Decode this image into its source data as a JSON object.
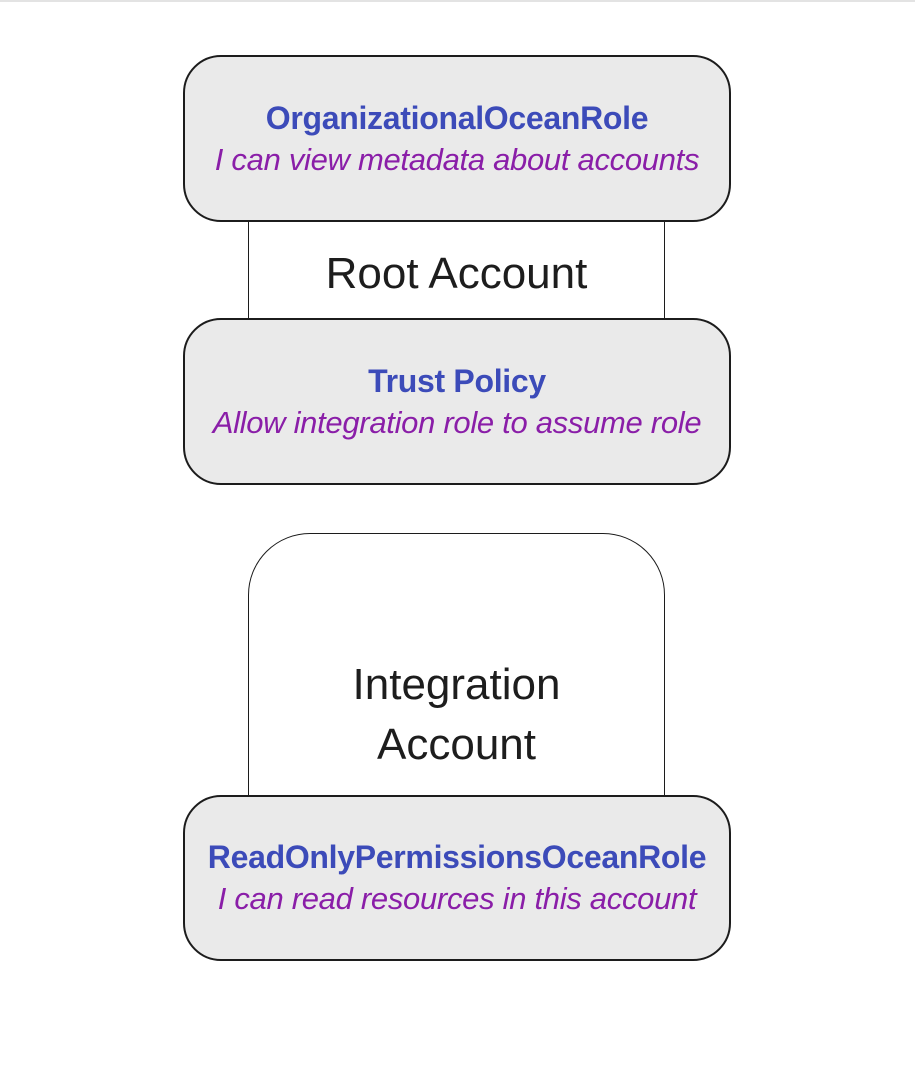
{
  "colors": {
    "page_bg": "#ffffff",
    "top_rule": "#e3e3e3",
    "node_fill": "#eaeaea",
    "node_border": "#1c1c1c",
    "container_border": "#1c1c1c",
    "role_title": "#3c4bb9",
    "role_desc": "#8a1ea8",
    "account_label": "#1d1d1d"
  },
  "diagram": {
    "root_account": {
      "label": "Root Account",
      "role_node": {
        "title": "OrganizationalOceanRole",
        "description": "I can view metadata about accounts"
      },
      "trust_node": {
        "title": "Trust Policy",
        "description": "Allow integration role to assume role"
      }
    },
    "integration_account": {
      "label": "Integration Account",
      "role_node": {
        "title": "ReadOnlyPermissionsOceanRole",
        "description": "I can read resources in this account"
      }
    }
  }
}
